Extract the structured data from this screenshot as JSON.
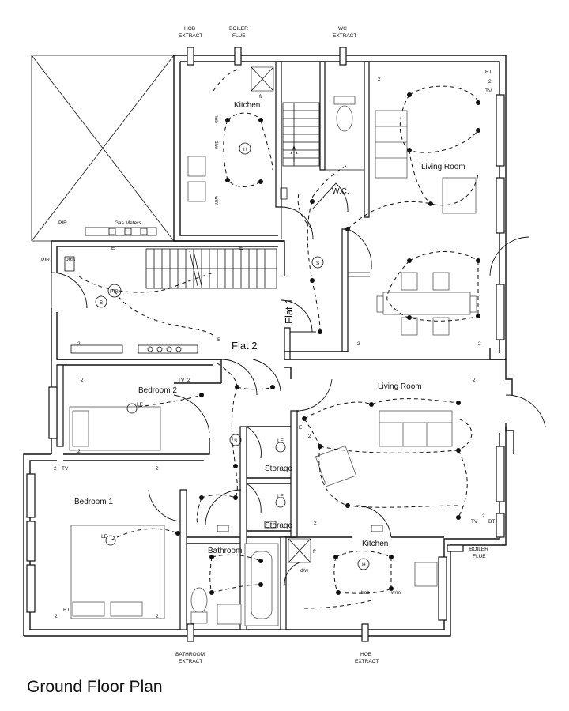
{
  "title": "Ground Floor Plan",
  "flats": {
    "flat1": "Flat 1",
    "flat2": "Flat 2"
  },
  "rooms": {
    "kitchen_upper": "Kitchen",
    "wc": "W.C.",
    "living_upper": "Living Room",
    "bedroom2": "Bedroom 2",
    "living_lower": "Living Room",
    "storage1": "Storage",
    "storage2": "Storage",
    "bedroom1": "Bedroom 1",
    "bathroom": "Bathroom",
    "kitchen_lower": "Kitchen"
  },
  "extracts": {
    "hob_top": [
      "HOB",
      "EXTRACT"
    ],
    "boiler_top": [
      "BOILER",
      "FLUE"
    ],
    "wc_top": [
      "WC",
      "EXTRACT"
    ],
    "boiler_right": [
      "BOILER",
      "FLUE"
    ],
    "bathroom_bottom": [
      "BATHROOM",
      "EXTRACT"
    ],
    "hob_bottom": [
      "HOB",
      "EXTRACT"
    ]
  },
  "labels": {
    "gas_meters": "Gas Meters",
    "pir_left": "PIR",
    "pir_top": "PIR",
    "pir_hall": "PIR",
    "post": "post",
    "bt": "BT",
    "tv": "TV",
    "hob": "hob",
    "wm": "w/m",
    "fr": "fr",
    "dw": "d/w",
    "le": "LE",
    "s": "S",
    "h": "H",
    "e": "E",
    "two": "2"
  }
}
